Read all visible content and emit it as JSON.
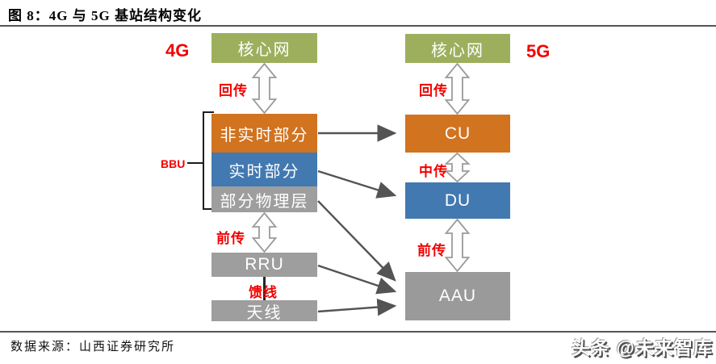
{
  "figure": {
    "title": "图 8：4G 与 5G 基站结构变化",
    "source": "数据来源：山西证券研究所",
    "watermark": "头条 @未来智库"
  },
  "left_4g": {
    "label": "4G",
    "core_box": "核心网",
    "backhaul_label": "回传",
    "bbu_label": "BBU",
    "non_realtime_box": "非实时部分",
    "realtime_box": "实时部分",
    "partial_phy_box": "部分物理层",
    "fronthaul_label": "前传",
    "rru_box": "RRU",
    "feeder_label": "馈线",
    "antenna_box": "天线"
  },
  "right_5g": {
    "label": "5G",
    "core_box": "核心网",
    "backhaul_label": "回传",
    "cu_box": "CU",
    "midhaul_label": "中传",
    "du_box": "DU",
    "fronthaul_label": "前传",
    "aau_box": "AAU"
  },
  "mappings": [
    {
      "from": "非实时部分",
      "to": "CU"
    },
    {
      "from": "实时部分",
      "to": "DU"
    },
    {
      "from": "部分物理层",
      "to": "AAU"
    },
    {
      "from": "RRU",
      "to": "AAU"
    },
    {
      "from": "天线",
      "to": "AAU"
    }
  ],
  "colors": {
    "core_green": "#9DAF5D",
    "cu_orange": "#D1731F",
    "du_blue": "#4279B0",
    "rru_gray": "#9E9E9E",
    "label_red": "#F40000",
    "connector_gray": "#545454"
  }
}
